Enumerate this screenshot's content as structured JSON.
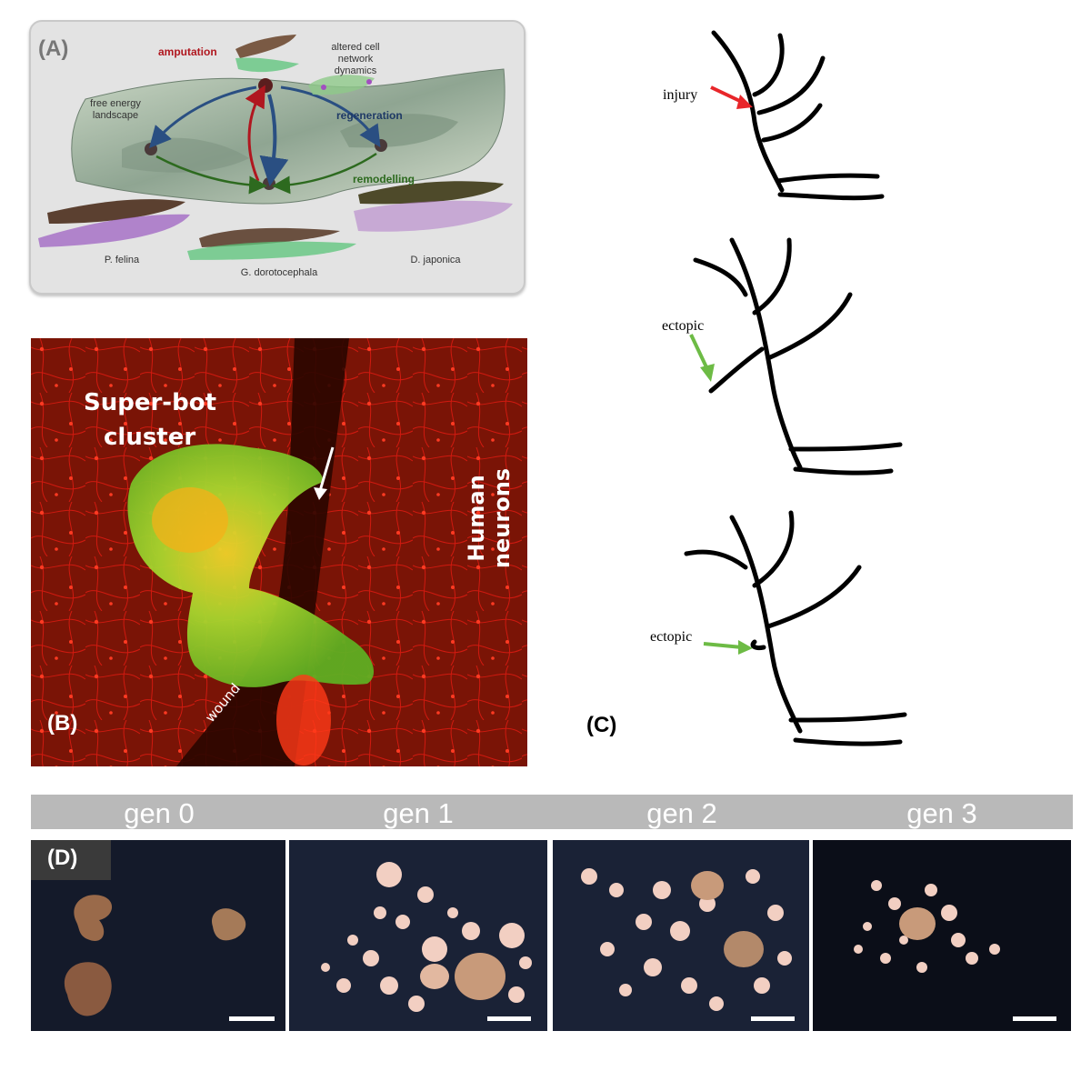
{
  "panel_a": {
    "letter": "(A)",
    "amputation": "amputation",
    "altered_cell_network_dynamics": "altered cell network dynamics",
    "free_energy_landscape": "free energy landscape",
    "regeneration": "regeneration",
    "remodelling": "remodelling",
    "species": [
      "P. felina",
      "G. dorotocephala",
      "D. japonica"
    ],
    "colors": {
      "amputation": "#b0171f",
      "regeneration": "#1f3a66",
      "remodelling": "#2d6a1f"
    }
  },
  "panel_b": {
    "letter": "(B)",
    "super_bot": "Super-bot",
    "cluster": "cluster",
    "human_neurons": "Human neurons",
    "wound": "wound"
  },
  "panel_c": {
    "letter": "(C)",
    "injury": "injury",
    "ectopic_1": "ectopic",
    "ectopic_2": "ectopic",
    "colors": {
      "injury_arrow": "#e8262a",
      "ectopic_arrow": "#6dbb45"
    }
  },
  "panel_d": {
    "letter": "(D)",
    "generations": [
      "gen 0",
      "gen 1",
      "gen 2",
      "gen 3"
    ]
  }
}
